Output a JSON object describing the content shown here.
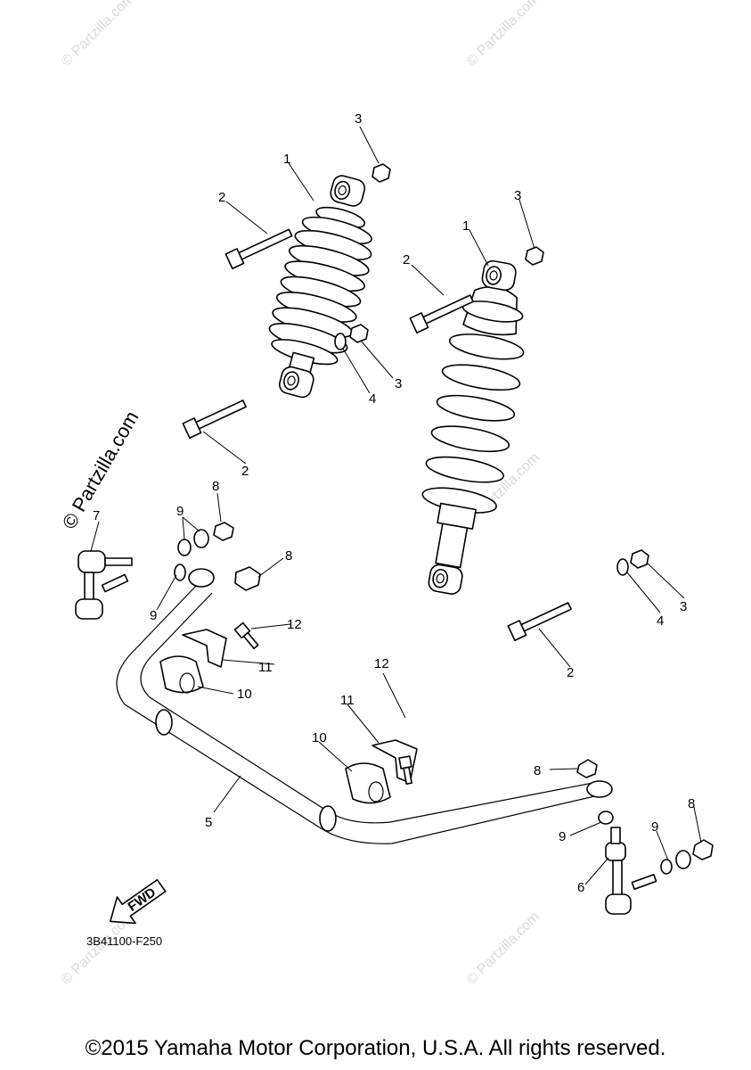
{
  "diagram": {
    "callouts": [
      "1",
      "2",
      "3",
      "4",
      "5",
      "6",
      "7",
      "8",
      "9",
      "10",
      "11",
      "12"
    ],
    "watermark_main": "© Partzilla.com",
    "watermark_faint": "© Partzilla.com",
    "fwd_arrow_label": "FWD",
    "figure_code": "3B41100-F250"
  },
  "footer": {
    "copyright": "©2015 Yamaha Motor Corporation, U.S.A. All rights reserved."
  },
  "colors": {
    "line": "#000000",
    "background": "#ffffff",
    "watermark_faint": "#d9d9d9"
  }
}
